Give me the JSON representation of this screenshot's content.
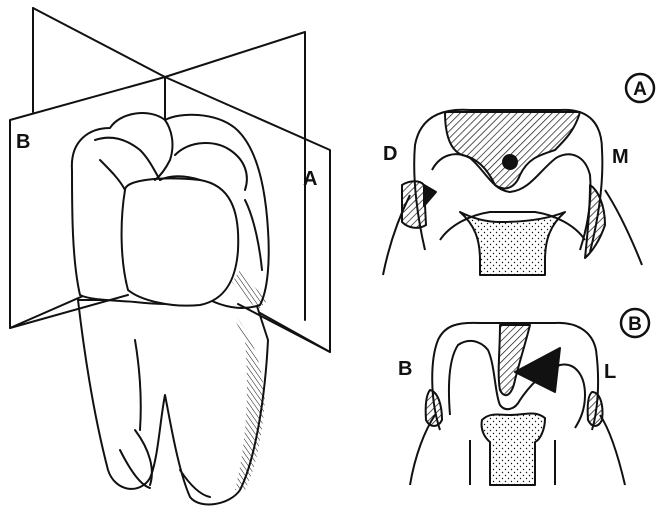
{
  "labels": {
    "plane_a": "A",
    "plane_b": "B",
    "section_a_badge": "A",
    "section_b_badge": "B",
    "distal": "D",
    "mesial": "M",
    "buccal": "B",
    "lingual": "L"
  },
  "colors": {
    "ink": "#111111",
    "background": "#ffffff"
  }
}
